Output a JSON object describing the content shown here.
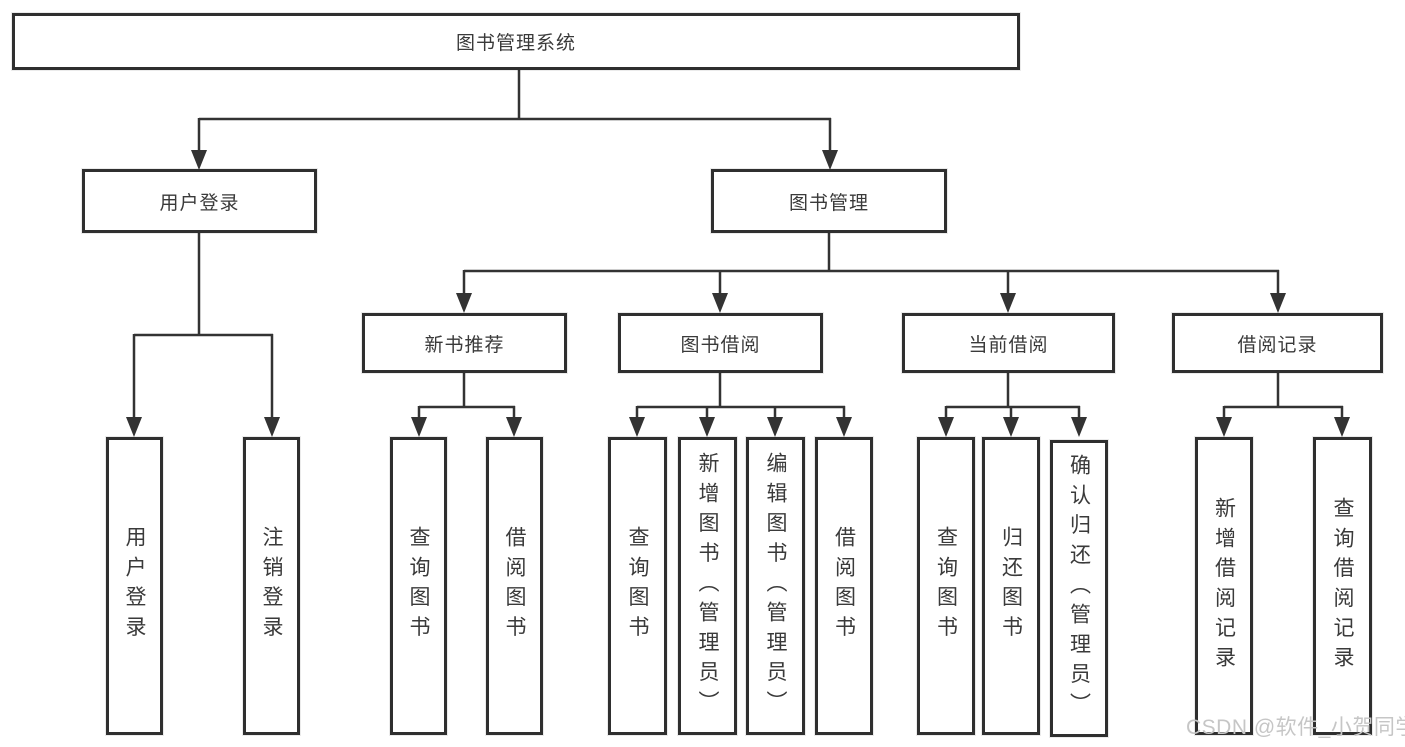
{
  "diagram": {
    "root": {
      "label": "图书管理系统"
    },
    "branches": [
      {
        "label": "用户登录",
        "children": [
          {
            "label": "用户登录"
          },
          {
            "label": "注销登录"
          }
        ]
      },
      {
        "label": "图书管理",
        "children": [
          {
            "label": "新书推荐",
            "children": [
              {
                "label": "查询图书"
              },
              {
                "label": "借阅图书"
              }
            ]
          },
          {
            "label": "图书借阅",
            "children": [
              {
                "label": "查询图书"
              },
              {
                "label": "新增图书（管理员）"
              },
              {
                "label": "编辑图书（管理员）"
              },
              {
                "label": "借阅图书"
              }
            ]
          },
          {
            "label": "当前借阅",
            "children": [
              {
                "label": "查询图书"
              },
              {
                "label": "归还图书"
              },
              {
                "label": "确认归还（管理员）"
              }
            ]
          },
          {
            "label": "借阅记录",
            "children": [
              {
                "label": "新增借阅记录"
              },
              {
                "label": "查询借阅记录"
              }
            ]
          }
        ]
      }
    ],
    "watermark": "CSDN @软件_小贺同学",
    "colors": {
      "line": "#333333",
      "box_border": "#2f2f2f",
      "text": "#3a3a3a",
      "watermark": "#c6c6c6",
      "background": "#ffffff"
    }
  }
}
